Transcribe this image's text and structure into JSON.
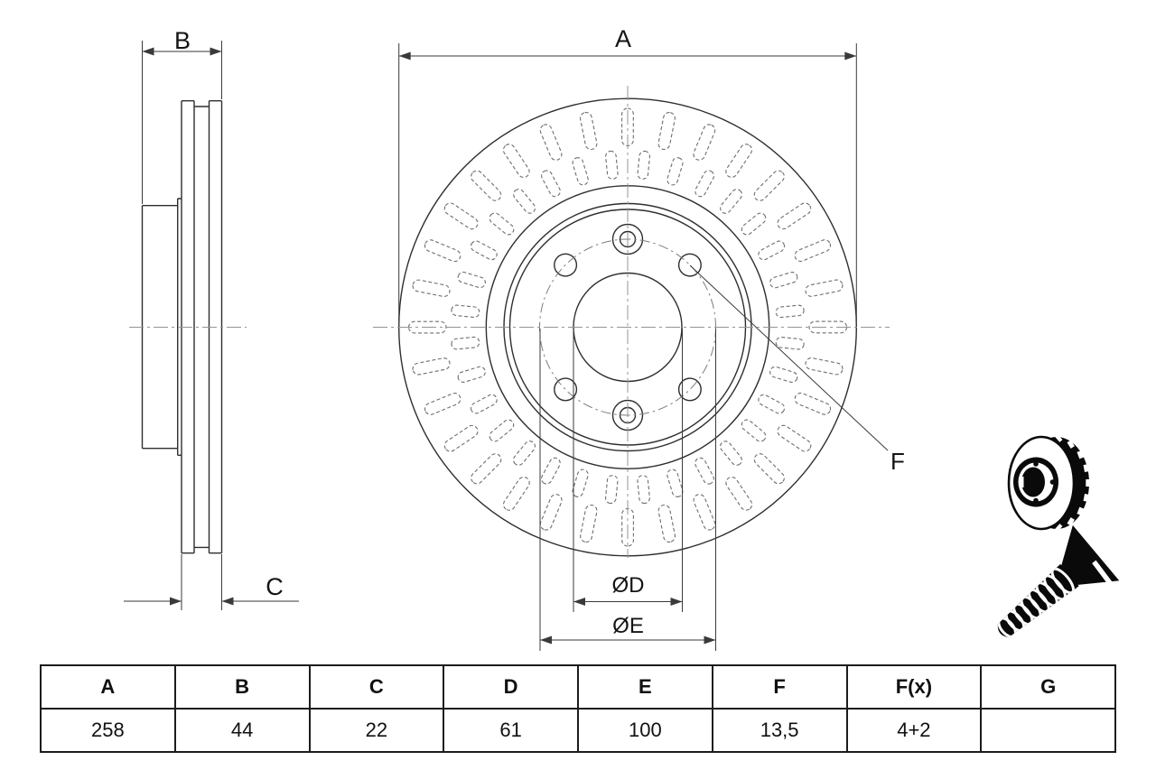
{
  "drawing": {
    "labels": {
      "outer_diameter": "A",
      "total_height": "B",
      "disc_thickness": "C",
      "bore_diameter": "ØD",
      "bolt_circle_diameter": "ØE",
      "bolt_hole": "F"
    },
    "colors": {
      "solid_line": "#2e2e2e",
      "dim_line": "#3a3a3a",
      "centerline": "#949494",
      "slot_line": "#6e6e6e",
      "icon": "#0a0a0a"
    }
  },
  "table": {
    "headers": [
      "A",
      "B",
      "C",
      "D",
      "E",
      "F",
      "F(x)",
      "G"
    ],
    "values": [
      "258",
      "44",
      "22",
      "61",
      "100",
      "13,5",
      "4+2",
      ""
    ]
  }
}
